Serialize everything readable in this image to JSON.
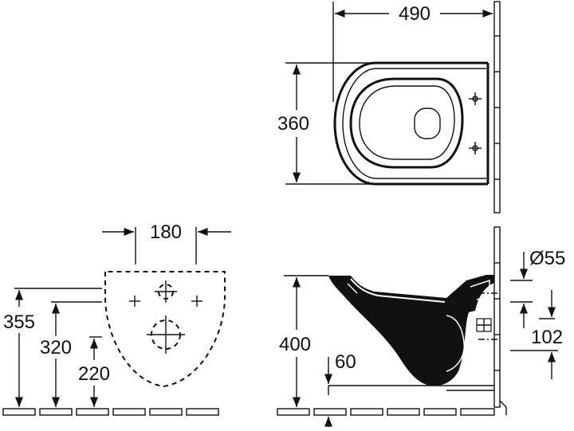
{
  "dimensions": {
    "top_width": "490",
    "top_depth": "360",
    "front_hole_spacing": "180",
    "front_height_355": "355",
    "front_height_320": "320",
    "front_height_220": "220",
    "side_height": "400",
    "side_floor_gap": "60",
    "outlet_diameter": "Ø55",
    "outlet_height": "102"
  }
}
